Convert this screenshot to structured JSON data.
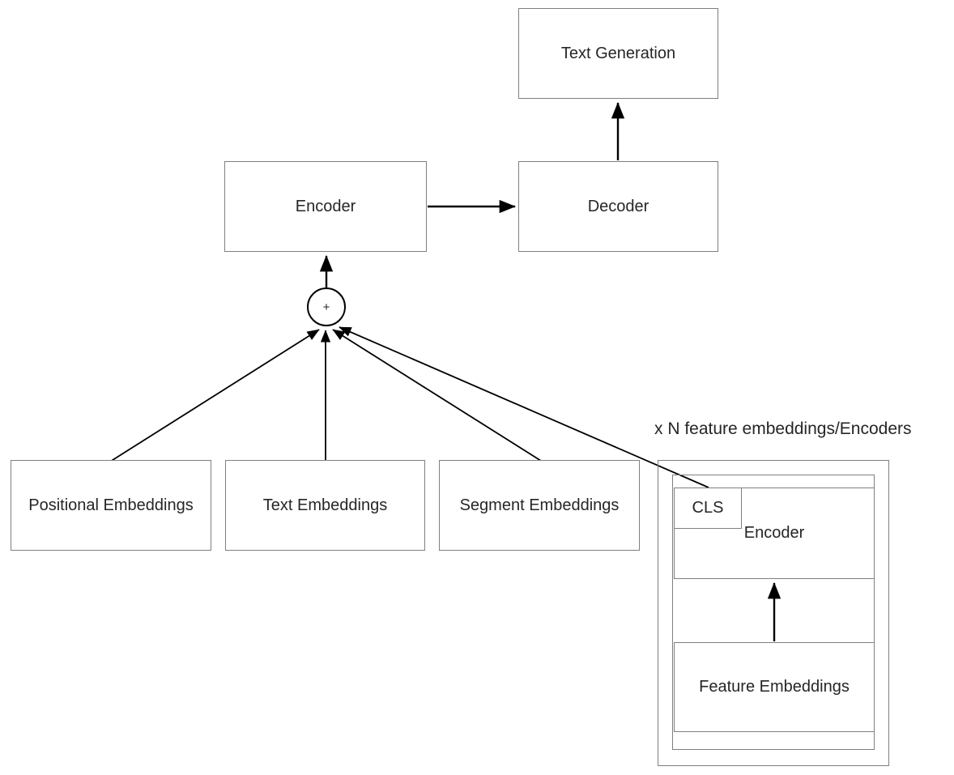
{
  "diagram": {
    "group_label": "x N feature embeddings/Encoders",
    "nodes": {
      "text_generation": {
        "label": "Text Generation"
      },
      "encoder": {
        "label": "Encoder"
      },
      "decoder": {
        "label": "Decoder"
      },
      "sum_node": {
        "label": "+"
      },
      "positional_embeddings": {
        "label": "Positional Embeddings"
      },
      "text_embeddings": {
        "label": "Text Embeddings"
      },
      "segment_embeddings": {
        "label": "Segment Embeddings"
      },
      "cls": {
        "label": "CLS"
      },
      "feature_encoder": {
        "label": "Encoder"
      },
      "feature_embeddings": {
        "label": "Feature Embeddings"
      }
    },
    "colors": {
      "background": "#ffffff",
      "box_border": "#7f7f7f",
      "arrow": "#000000",
      "text": "#262626"
    }
  }
}
